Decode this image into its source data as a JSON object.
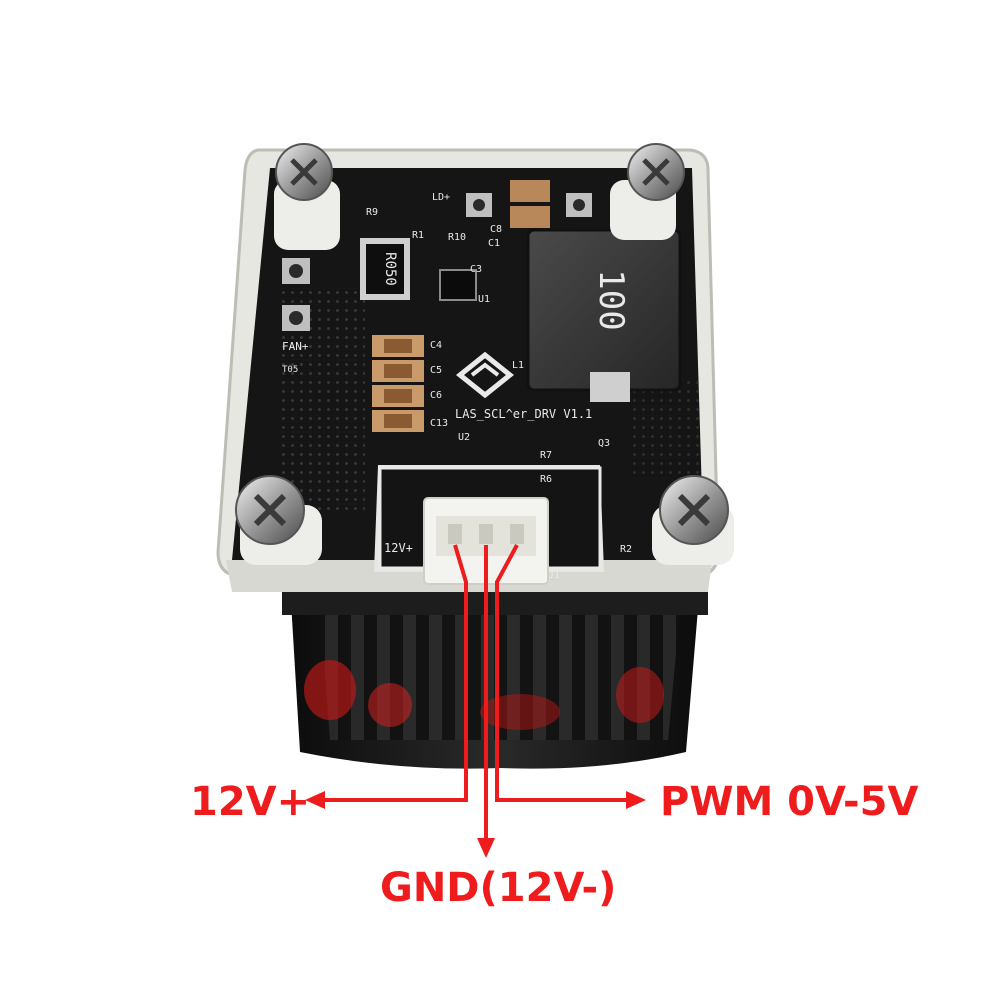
{
  "labels": {
    "v12_plus": "12V+",
    "pwm": "PWM  0V-5V",
    "gnd": "GND(12V-)"
  },
  "board": {
    "silkscreen": {
      "board_name": "LAS_SCL^er_DRV V1.1",
      "inductor_marking": "100",
      "resistor_marking": "R050",
      "fan_plus": "FAN+",
      "ld_plus": "LD+",
      "r9": "R9",
      "r1": "R1",
      "r10": "R10",
      "c8": "C8",
      "c1": "C1",
      "c3": "C3",
      "c4": "C4",
      "c5": "C5",
      "c6": "C6",
      "c13": "C13",
      "u1": "U1",
      "u2": "U2",
      "l1": "L1",
      "q3": "Q3",
      "r7": "R7",
      "r6": "R6",
      "j1": "J1",
      "r2": "R2",
      "v12_conn": "12V+",
      "t05": "T05"
    }
  },
  "colors": {
    "label_red": "#ee1c1c",
    "pcb": "#151515",
    "heatsink": "#1a1a1a",
    "acrylic": "#e7e7e2"
  }
}
